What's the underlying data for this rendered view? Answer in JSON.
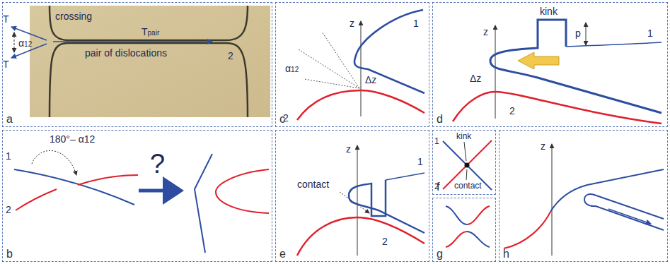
{
  "diagram": {
    "nodes": [
      {
        "text": [
          "a"
        ]
      },
      {
        "text": [
          "c"
        ]
      },
      {
        "text": [
          "d"
        ]
      },
      {
        "text": [
          "b"
        ]
      },
      {
        "text": [
          "e"
        ]
      },
      {
        "text": [
          "f"
        ]
      },
      {
        "text": [
          "g"
        ]
      },
      {
        "text": [
          "h"
        ]
      }
    ],
    "labels": [
      "T",
      "T",
      "α12",
      "crossing",
      "Tpair",
      "pair of dislocations",
      "2",
      "1",
      "180°– α12",
      "2",
      "?",
      "z",
      "1",
      "α12",
      "Δz",
      "2",
      "z",
      "kink",
      "p",
      "1",
      "Δz",
      "2",
      "z",
      "1",
      "contact",
      "2",
      "1",
      "kink",
      "contact",
      "2",
      "z"
    ]
  }
}
